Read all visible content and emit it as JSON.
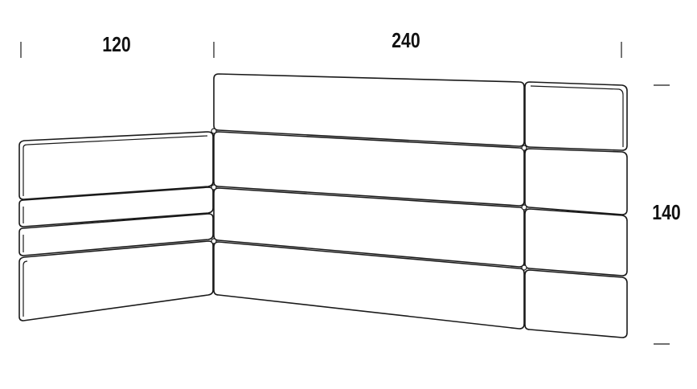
{
  "dimensions": {
    "left_width": "120",
    "right_width": "240",
    "height": "140"
  }
}
